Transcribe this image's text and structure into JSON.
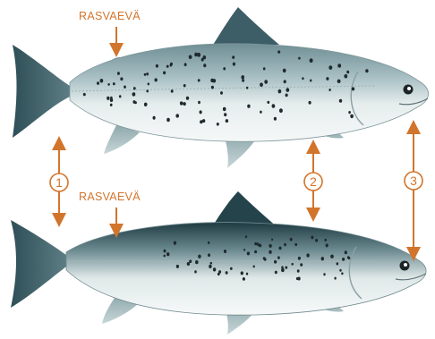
{
  "labels": {
    "adipose_top": "RASVAEVÄ",
    "adipose_bottom": "RASVAEVÄ"
  },
  "markers": [
    "1",
    "2",
    "3"
  ],
  "colors": {
    "annotation": "#d2752c",
    "fish_back": "#3a5d64",
    "fish_belly": "#eef3f3",
    "spots": "#1f2a2d"
  }
}
